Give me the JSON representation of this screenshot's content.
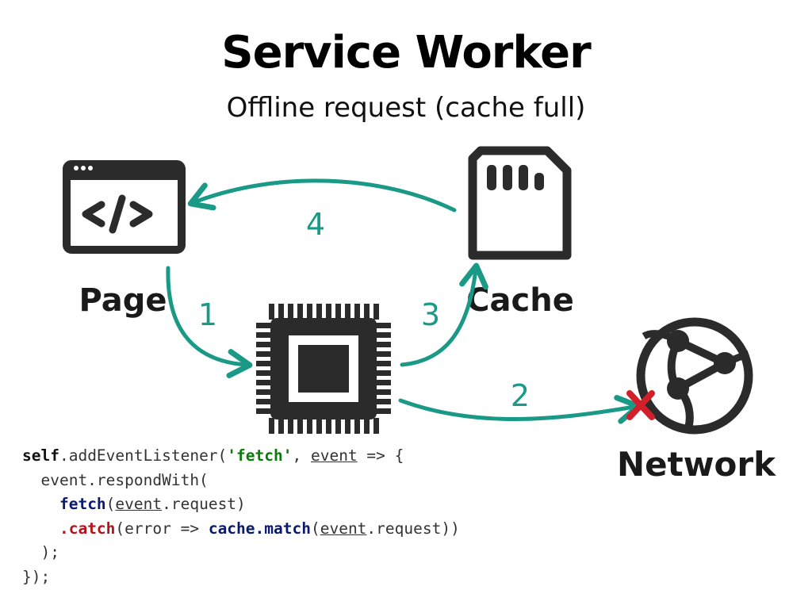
{
  "title": "Service Worker",
  "subtitle": "Offline request (cache full)",
  "nodes": {
    "page": "Page",
    "cache": "Cache",
    "network": "Network"
  },
  "steps": {
    "s1": "1",
    "s2": "2",
    "s3": "3",
    "s4": "4"
  },
  "code": {
    "l1_self": "self",
    "l1_a": ".addEventListener(",
    "l1_str": "'fetch'",
    "l1_b": ", ",
    "l1_event": "event",
    "l1_c": " => {",
    "l2": "  event.respondWith(",
    "l3_indent": "    ",
    "l3_fetch": "fetch",
    "l3_a": "(",
    "l3_event": "event",
    "l3_b": ".request)",
    "l4_indent": "    ",
    "l4_catch": ".catch",
    "l4_a": "(error => ",
    "l4_match": "cache.match",
    "l4_b": "(",
    "l4_event": "event",
    "l4_c": ".request))",
    "l5": "  );",
    "l6": "});"
  },
  "colors": {
    "arrow": "#1a9a86",
    "icon": "#2b2b2b",
    "error_mark": "#d21f2a"
  },
  "icons": {
    "page": "code-window-icon",
    "cache": "sd-card-icon",
    "worker": "cpu-chip-icon",
    "network": "globe-network-icon",
    "error": "x-mark-icon"
  }
}
